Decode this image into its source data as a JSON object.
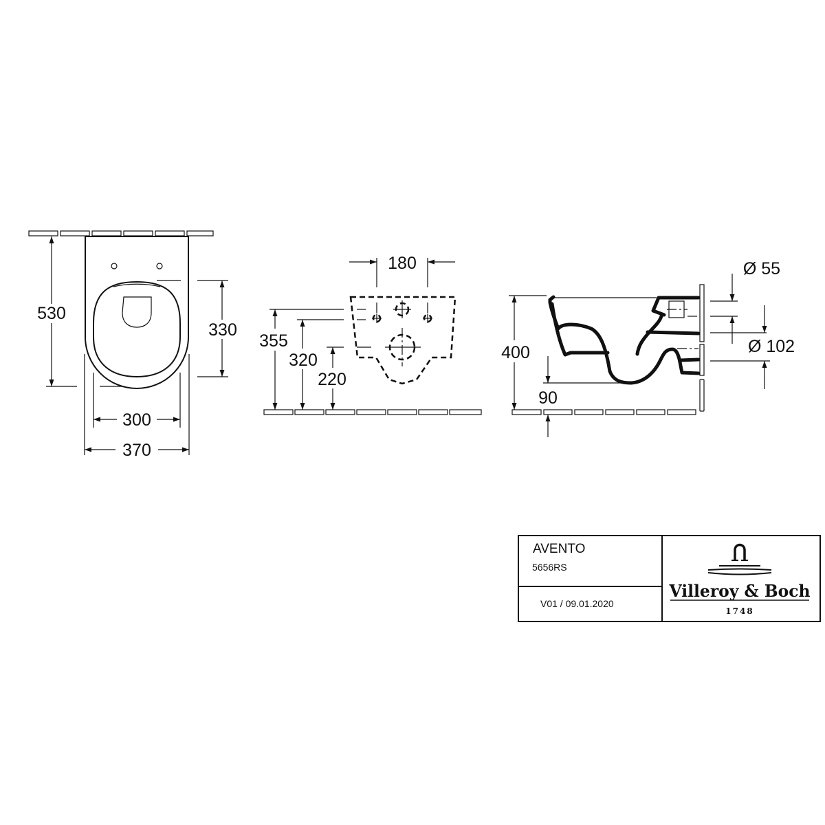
{
  "top_view": {
    "dim_depth": "530",
    "dim_seat_depth": "330",
    "dim_inner_width": "300",
    "dim_outer_width": "370"
  },
  "front_view": {
    "dim_fixing_spacing": "180",
    "dim_height_355": "355",
    "dim_height_320": "320",
    "dim_height_220": "220"
  },
  "side_view": {
    "dim_height": "400",
    "dim_outlet_height": "90",
    "dim_inlet_diameter": "Ø 55",
    "dim_outlet_diameter": "Ø 102"
  },
  "title_block": {
    "product_name": "AVENTO",
    "product_code": "5656RS",
    "version_date": "V01 / 09.01.2020",
    "logo_text": "Villeroy & Boch",
    "logo_year": "1748"
  }
}
